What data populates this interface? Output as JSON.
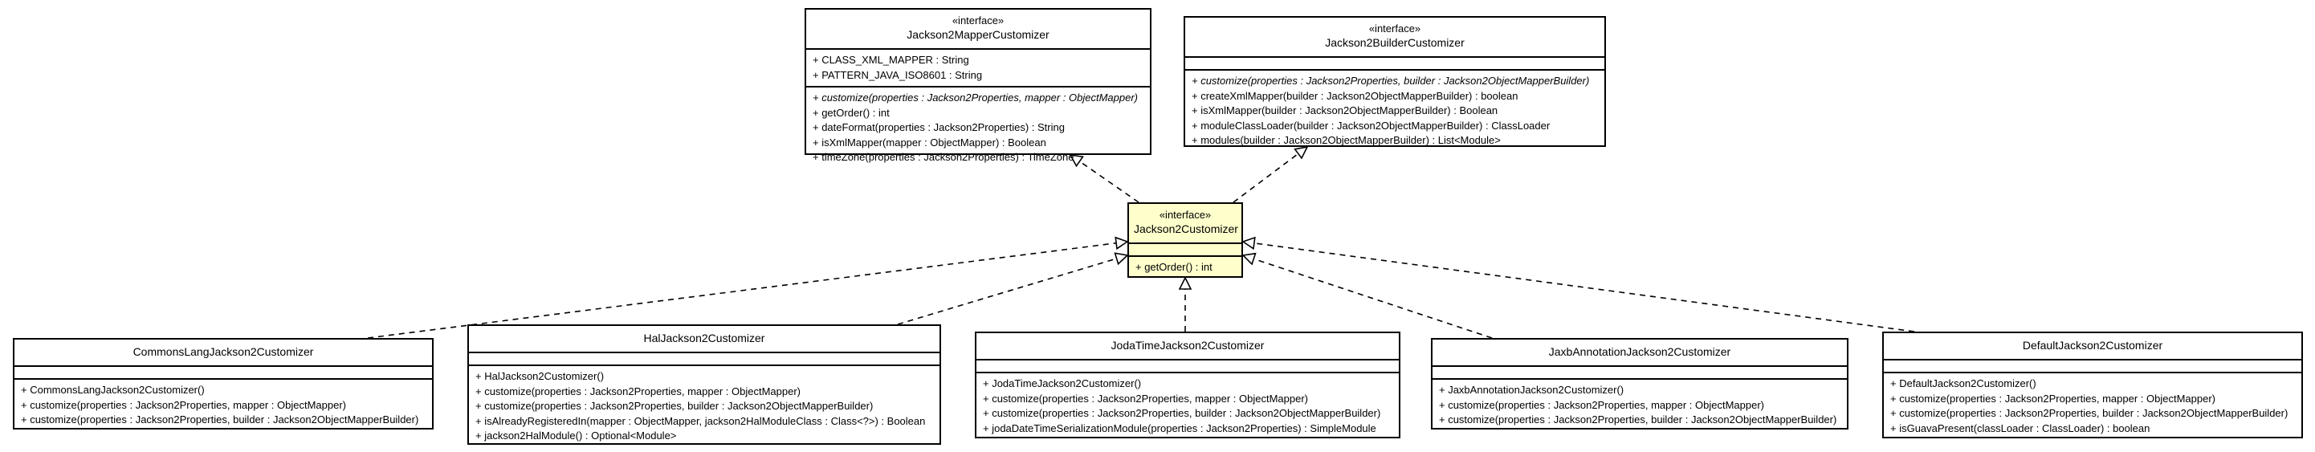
{
  "classes": {
    "mapper": {
      "stereotype": "«interface»",
      "name": "Jackson2MapperCustomizer",
      "fields": [
        "+ CLASS_XML_MAPPER : String",
        "+ PATTERN_JAVA_ISO8601 : String"
      ],
      "methods": [
        {
          "text": "+ customize(properties : Jackson2Properties, mapper : ObjectMapper)",
          "abstract": true
        },
        {
          "text": "+ getOrder() : int",
          "abstract": false
        },
        {
          "text": "+ dateFormat(properties : Jackson2Properties) : String",
          "abstract": false
        },
        {
          "text": "+ isXmlMapper(mapper : ObjectMapper) : Boolean",
          "abstract": false
        },
        {
          "text": "+ timeZone(properties : Jackson2Properties) : TimeZone",
          "abstract": false
        }
      ]
    },
    "builder": {
      "stereotype": "«interface»",
      "name": "Jackson2BuilderCustomizer",
      "methods": [
        {
          "text": "+ customize(properties : Jackson2Properties, builder : Jackson2ObjectMapperBuilder)",
          "abstract": true
        },
        {
          "text": "+ createXmlMapper(builder : Jackson2ObjectMapperBuilder) : boolean",
          "abstract": false
        },
        {
          "text": "+ isXmlMapper(builder : Jackson2ObjectMapperBuilder) : Boolean",
          "abstract": false
        },
        {
          "text": "+ moduleClassLoader(builder : Jackson2ObjectMapperBuilder) : ClassLoader",
          "abstract": false
        },
        {
          "text": "+ modules(builder : Jackson2ObjectMapperBuilder) : List<Module>",
          "abstract": false
        }
      ]
    },
    "core": {
      "stereotype": "«interface»",
      "name": "Jackson2Customizer",
      "methods": [
        {
          "text": "+ getOrder() : int",
          "abstract": false
        }
      ]
    },
    "commons": {
      "name": "CommonsLangJackson2Customizer",
      "methods": [
        {
          "text": "+ CommonsLangJackson2Customizer()",
          "abstract": false
        },
        {
          "text": "+ customize(properties : Jackson2Properties, mapper : ObjectMapper)",
          "abstract": false
        },
        {
          "text": "+ customize(properties : Jackson2Properties, builder : Jackson2ObjectMapperBuilder)",
          "abstract": false
        }
      ]
    },
    "hal": {
      "name": "HalJackson2Customizer",
      "methods": [
        {
          "text": "+ HalJackson2Customizer()",
          "abstract": false
        },
        {
          "text": "+ customize(properties : Jackson2Properties, mapper : ObjectMapper)",
          "abstract": false
        },
        {
          "text": "+ customize(properties : Jackson2Properties, builder : Jackson2ObjectMapperBuilder)",
          "abstract": false
        },
        {
          "text": "+ isAlreadyRegisteredIn(mapper : ObjectMapper, jackson2HalModuleClass : Class<?>) : Boolean",
          "abstract": false
        },
        {
          "text": "+ jackson2HalModule() : Optional<Module>",
          "abstract": false
        }
      ]
    },
    "joda": {
      "name": "JodaTimeJackson2Customizer",
      "methods": [
        {
          "text": "+ JodaTimeJackson2Customizer()",
          "abstract": false
        },
        {
          "text": "+ customize(properties : Jackson2Properties, mapper : ObjectMapper)",
          "abstract": false
        },
        {
          "text": "+ customize(properties : Jackson2Properties, builder : Jackson2ObjectMapperBuilder)",
          "abstract": false
        },
        {
          "text": "+ jodaDateTimeSerializationModule(properties : Jackson2Properties) : SimpleModule",
          "abstract": false
        }
      ]
    },
    "jaxb": {
      "name": "JaxbAnnotationJackson2Customizer",
      "methods": [
        {
          "text": "+ JaxbAnnotationJackson2Customizer()",
          "abstract": false
        },
        {
          "text": "+ customize(properties : Jackson2Properties, mapper : ObjectMapper)",
          "abstract": false
        },
        {
          "text": "+ customize(properties : Jackson2Properties, builder : Jackson2ObjectMapperBuilder)",
          "abstract": false
        }
      ]
    },
    "default": {
      "name": "DefaultJackson2Customizer",
      "methods": [
        {
          "text": "+ DefaultJackson2Customizer()",
          "abstract": false
        },
        {
          "text": "+ customize(properties : Jackson2Properties, mapper : ObjectMapper)",
          "abstract": false
        },
        {
          "text": "+ customize(properties : Jackson2Properties, builder : Jackson2ObjectMapperBuilder)",
          "abstract": false
        },
        {
          "text": "+ isGuavaPresent(classLoader : ClassLoader) : boolean",
          "abstract": false
        }
      ]
    }
  },
  "relations": [
    {
      "from": "core",
      "to": "mapper",
      "kind": "realization"
    },
    {
      "from": "core",
      "to": "builder",
      "kind": "realization"
    },
    {
      "from": "commons",
      "to": "core",
      "kind": "realization"
    },
    {
      "from": "hal",
      "to": "core",
      "kind": "realization"
    },
    {
      "from": "joda",
      "to": "core",
      "kind": "realization"
    },
    {
      "from": "jaxb",
      "to": "core",
      "kind": "realization"
    },
    {
      "from": "default",
      "to": "core",
      "kind": "realization"
    }
  ]
}
